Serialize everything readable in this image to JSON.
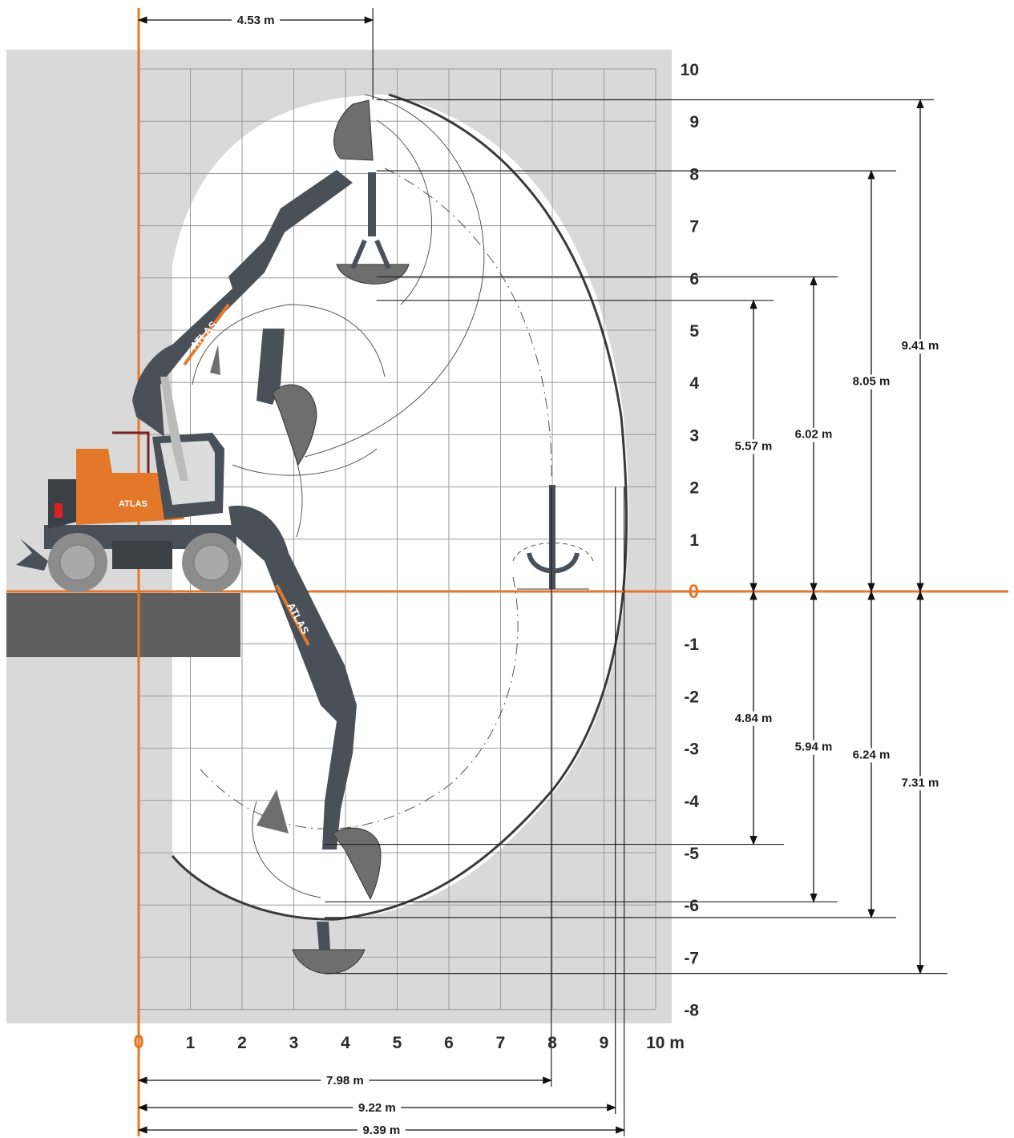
{
  "axes": {
    "x_ticks": [
      "0",
      "1",
      "2",
      "3",
      "4",
      "5",
      "6",
      "7",
      "8",
      "9",
      "10 m"
    ],
    "y_ticks": [
      "10",
      "9",
      "8",
      "7",
      "6",
      "5",
      "4",
      "3",
      "2",
      "1",
      "0",
      "-1",
      "-2",
      "-3",
      "-4",
      "-5",
      "-6",
      "-7",
      "-8"
    ]
  },
  "machine": {
    "brand_label": "ATLAS",
    "colors": {
      "body": "#e3782a",
      "boom": "#4a5058",
      "bucket": "#6e6e6e",
      "tire": "#a9a9a9",
      "axis": "#e3782a"
    }
  },
  "dimensions": {
    "top_reach": "4.53 m",
    "bottom": [
      {
        "label": "7.98 m",
        "value": 7.98
      },
      {
        "label": "9.22 m",
        "value": 9.22
      },
      {
        "label": "9.39 m",
        "value": 9.39
      }
    ],
    "heights_above": [
      {
        "label": "5.57 m",
        "value": 5.57
      },
      {
        "label": "6.02 m",
        "value": 6.02
      },
      {
        "label": "8.05 m",
        "value": 8.05
      },
      {
        "label": "9.41 m",
        "value": 9.41
      }
    ],
    "depths_below": [
      {
        "label": "4.84 m",
        "value": 4.84
      },
      {
        "label": "5.94 m",
        "value": 5.94
      },
      {
        "label": "6.24 m",
        "value": 6.24
      },
      {
        "label": "7.31 m",
        "value": 7.31
      }
    ]
  }
}
